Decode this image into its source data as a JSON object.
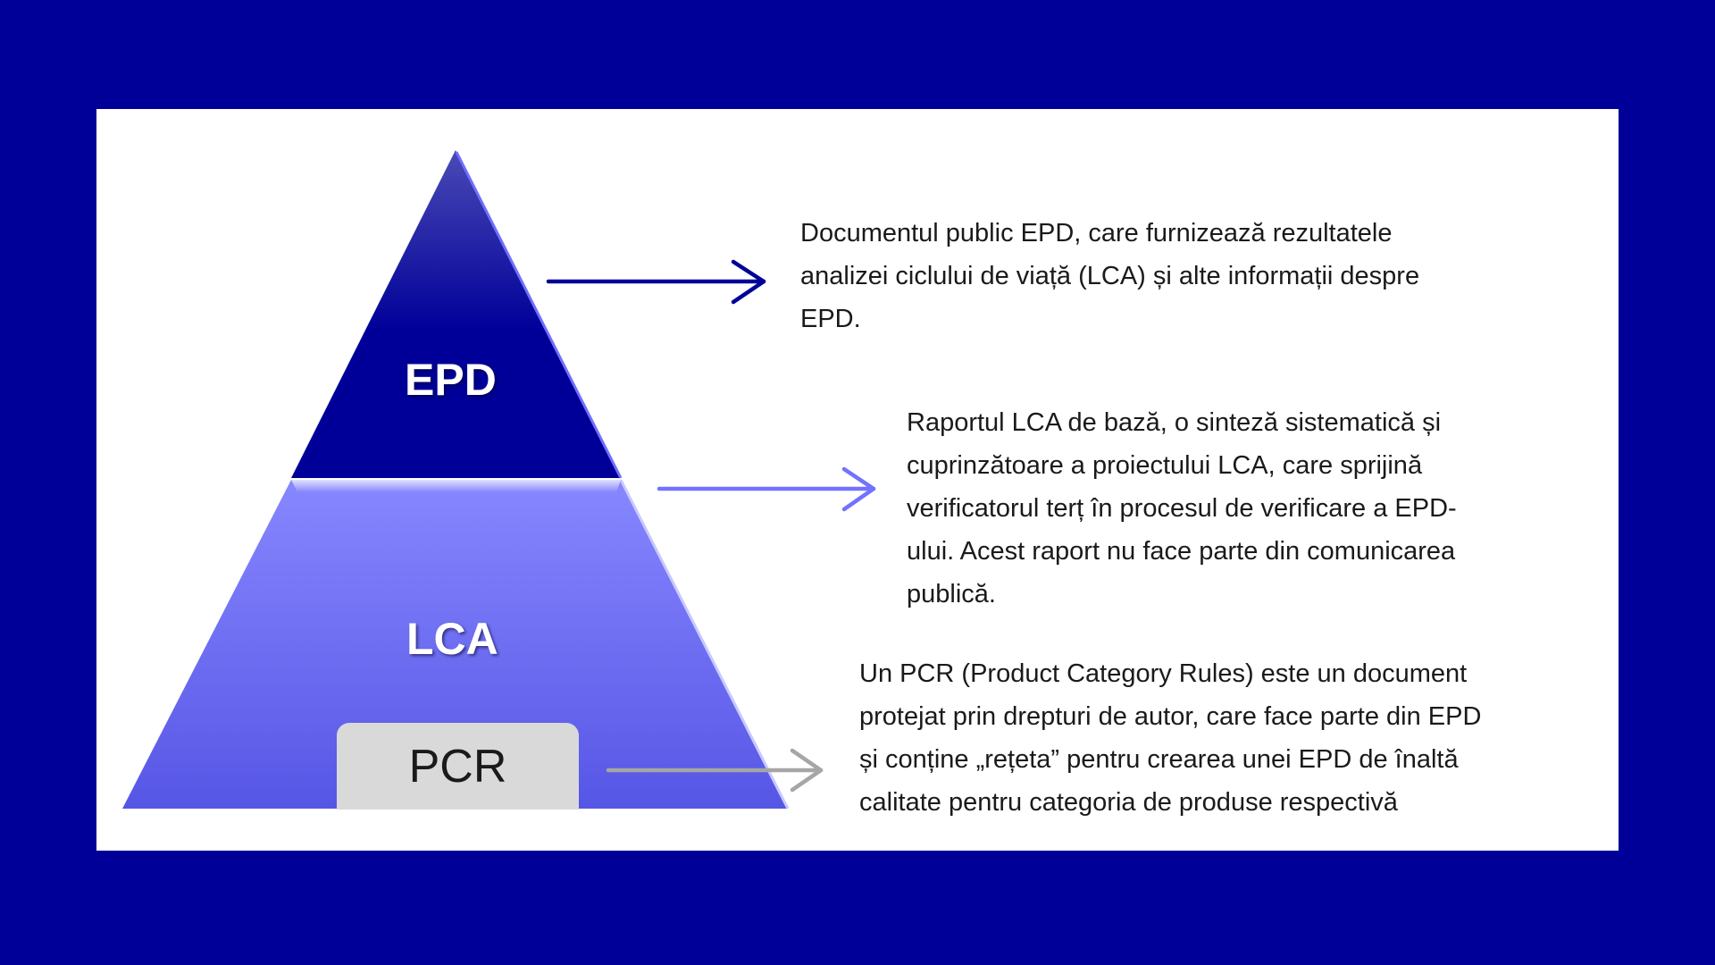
{
  "colors": {
    "background": "#000099",
    "panel": "#ffffff",
    "epd_fill_top": "#4a4ab5",
    "epd_fill_bottom": "#000099",
    "lca_fill_top": "#8787ff",
    "lca_fill_bottom": "#5656e6",
    "pcr_fill": "#d9d9d9",
    "arrow_epd": "#000099",
    "arrow_lca": "#7272ff",
    "arrow_pcr": "#a6a6a6",
    "text": "#1a1a1a"
  },
  "pyramid": {
    "levels": [
      {
        "id": "epd",
        "label": "EPD"
      },
      {
        "id": "lca",
        "label": "LCA"
      },
      {
        "id": "pcr",
        "label": "PCR"
      }
    ]
  },
  "descriptions": {
    "epd": {
      "lines": [
        "Documentul public EPD, care furnizează rezultatele",
        "analizei ciclului de viață (LCA) și alte informații despre",
        "EPD."
      ]
    },
    "lca": {
      "lines": [
        "Raportul LCA de bază, o sinteză sistematică și",
        "cuprinzătoare a proiectului LCA, care sprijină",
        "verificatorul terț în procesul de verificare a EPD-",
        "ului. Acest raport nu face parte din comunicarea",
        "publică."
      ]
    },
    "pcr": {
      "lines": [
        "Un PCR (Product Category Rules) este un document",
        "protejat prin drepturi de autor, care face parte din EPD",
        "și conține „rețeta” pentru crearea unei EPD de înaltă",
        "calitate pentru categoria de produse respectivă"
      ]
    }
  }
}
